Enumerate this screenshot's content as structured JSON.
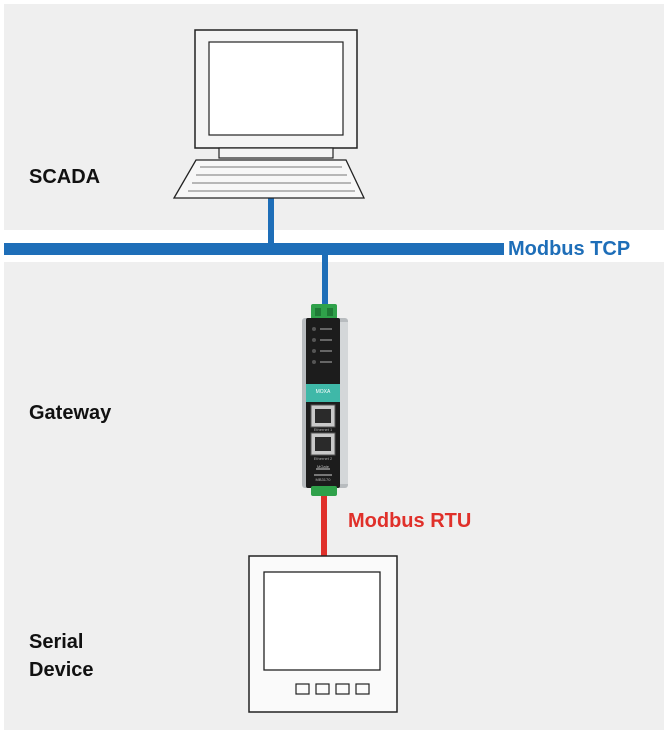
{
  "labels": {
    "scada": "SCADA",
    "gateway": "Gateway",
    "serial_device_line1": "Serial",
    "serial_device_line2": "Device"
  },
  "network": {
    "tcp_label": "Modbus TCP",
    "rtu_label": "Modbus RTU"
  },
  "gateway_device": {
    "brand": "MOXA",
    "port1_label": "Ethernet 1",
    "port2_label": "Ethernet 2",
    "model_line1": "MGate",
    "model_line2": "MB3170"
  },
  "colors": {
    "tcp_blue": "#1e6eb8",
    "rtu_red": "#e0302a",
    "panel_bg": "#efefef",
    "moxa_teal": "#3fb8a8"
  }
}
